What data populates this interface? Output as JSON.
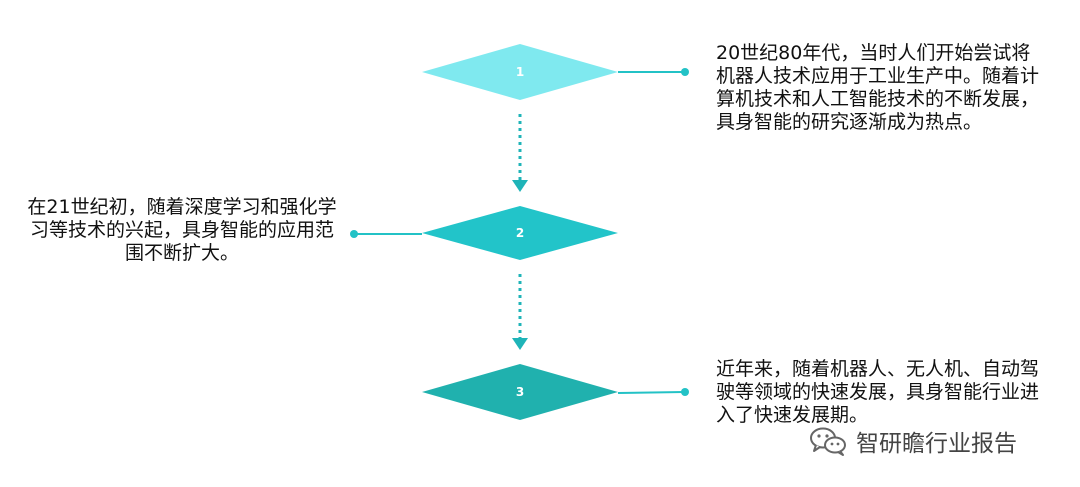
{
  "colors": {
    "step1": "#7fe9ef",
    "step2": "#22c4c9",
    "step3": "#20b1ae",
    "connector": "#1fb4b8",
    "note_line": "#23c2c6"
  },
  "steps": [
    {
      "number": "1",
      "text": "20世纪80年代，当时人们开始尝试将机器人技术应用于工业生产中。随着计算机技术和人工智能技术的不断发展，具身智能的研究逐渐成为热点。"
    },
    {
      "number": "2",
      "text": "在21世纪初，随着深度学习和强化学习等技术的兴起，具身智能的应用范围不断扩大。"
    },
    {
      "number": "3",
      "text": "近年来，随着机器人、无人机、自动驾驶等领域的快速发展，具身智能行业进入了快速发展期。"
    }
  ],
  "watermark": {
    "icon": "wechat-icon",
    "text": "智研瞻行业报告"
  }
}
